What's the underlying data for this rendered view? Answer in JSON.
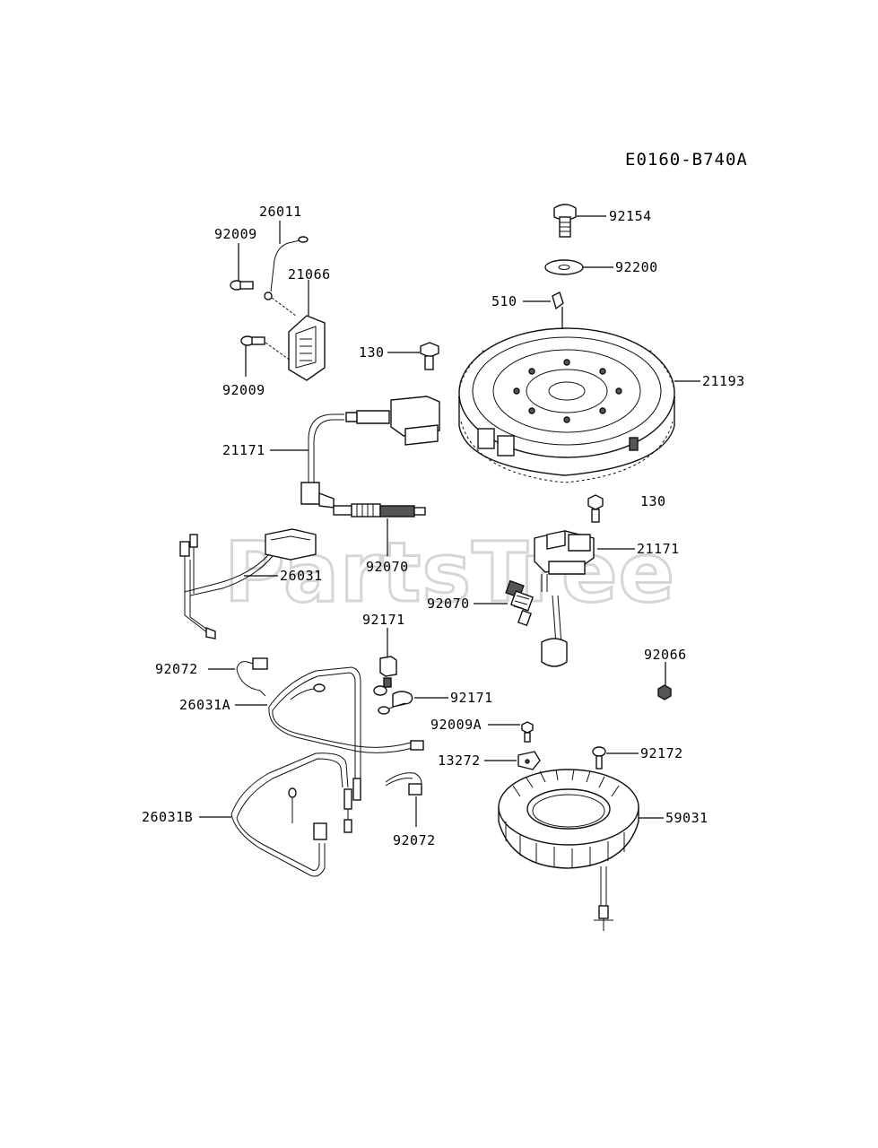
{
  "diagram_code": "E0160-B740A",
  "watermark": "PartsTree",
  "callouts": {
    "p92154": "92154",
    "p92200": "92200",
    "p510": "510",
    "p130a": "130",
    "p21193": "21193",
    "p26011": "26011",
    "p92009a": "92009",
    "p21066": "21066",
    "p92009b": "92009",
    "p21171a": "21171",
    "p130b": "130",
    "p21171b": "21171",
    "p26031": "26031",
    "p92070a": "92070",
    "p92070b": "92070",
    "p92171a": "92171",
    "p92066": "92066",
    "p92072a": "92072",
    "p92171b": "92171",
    "p26031A": "26031A",
    "p92009A": "92009A",
    "p13272": "13272",
    "p92172": "92172",
    "p26031B": "26031B",
    "p59031": "59031",
    "p92072b": "92072"
  }
}
